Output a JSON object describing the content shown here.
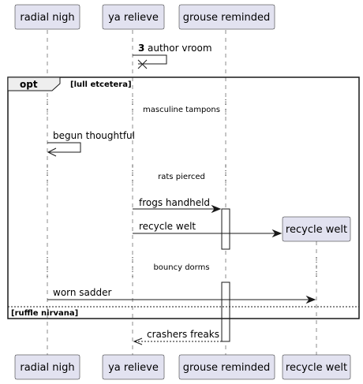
{
  "participants": {
    "p1": "radial nigh",
    "p2": "ya relieve",
    "p3": "grouse reminded",
    "p4": "recycle welt"
  },
  "messages": {
    "m1_num": "3",
    "m1": "author vroom",
    "m2": "begun thoughtful",
    "m3": "frogs handheld",
    "m4": "recycle welt",
    "m5": "worn sadder",
    "m6": "crashers freaks"
  },
  "delays": {
    "d1": "masculine tampons",
    "d2": "rats pierced",
    "d3": "bouncy dorms"
  },
  "fragment": {
    "keyword": "opt",
    "guard": "[lull etcetera]",
    "else_guard": "[ruffle nirvana]"
  },
  "colors": {
    "participant_fill": "#e2e2f0",
    "line": "#181818"
  }
}
